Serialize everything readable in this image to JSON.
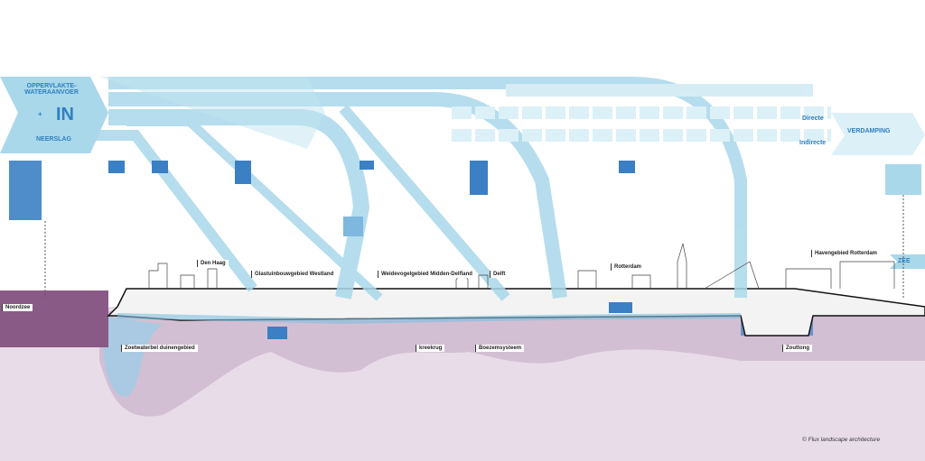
{
  "input": {
    "surface": "OPPERVLAKTE-\nWATERAANVOER",
    "plus": "+",
    "in": "IN",
    "rain": "NEERSLAG"
  },
  "evaporation": {
    "direct": "Directe",
    "indirect": "Indirecte",
    "title": "VERDAMPING"
  },
  "sea": "ZEE",
  "labels": {
    "noordzee": "Noordzee",
    "denhaag": "Den Haag",
    "westland": "Glastuinbouwgebied Westland",
    "midden_delfland": "Weidevogelgebied Midden-Delfland",
    "delft": "Delft",
    "rotterdam": "Rotterdam",
    "haven": "Havengebied Rotterdam",
    "zoetwaterbel": "Zoetwaterbel duinengebied",
    "kreekrug": "kreekrug",
    "boezem": "Boezemsysteem",
    "zouttong": "Zouttong"
  },
  "credit": "© Flux landscape architecture",
  "colors": {
    "water": "#a9d8ea",
    "water_light": "#dcf0f7",
    "ground": "#d9c6d9",
    "sea": "#8a5a86",
    "drop": "#3b7fc4"
  }
}
